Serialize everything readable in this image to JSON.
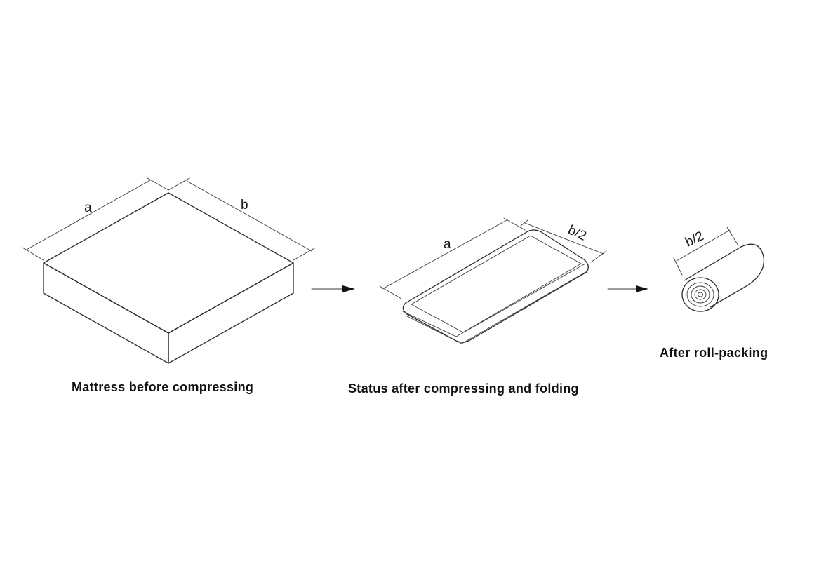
{
  "stages": [
    {
      "caption": "Mattress before compressing",
      "dimensions": [
        "a",
        "b"
      ]
    },
    {
      "caption": "Status after compressing and folding",
      "dimensions": [
        "a",
        "b/2"
      ]
    },
    {
      "caption": "After roll-packing",
      "dimensions": [
        "b/2"
      ]
    }
  ],
  "colors": {
    "line": "#2b2b2b",
    "text": "#111111",
    "background": "#ffffff"
  }
}
